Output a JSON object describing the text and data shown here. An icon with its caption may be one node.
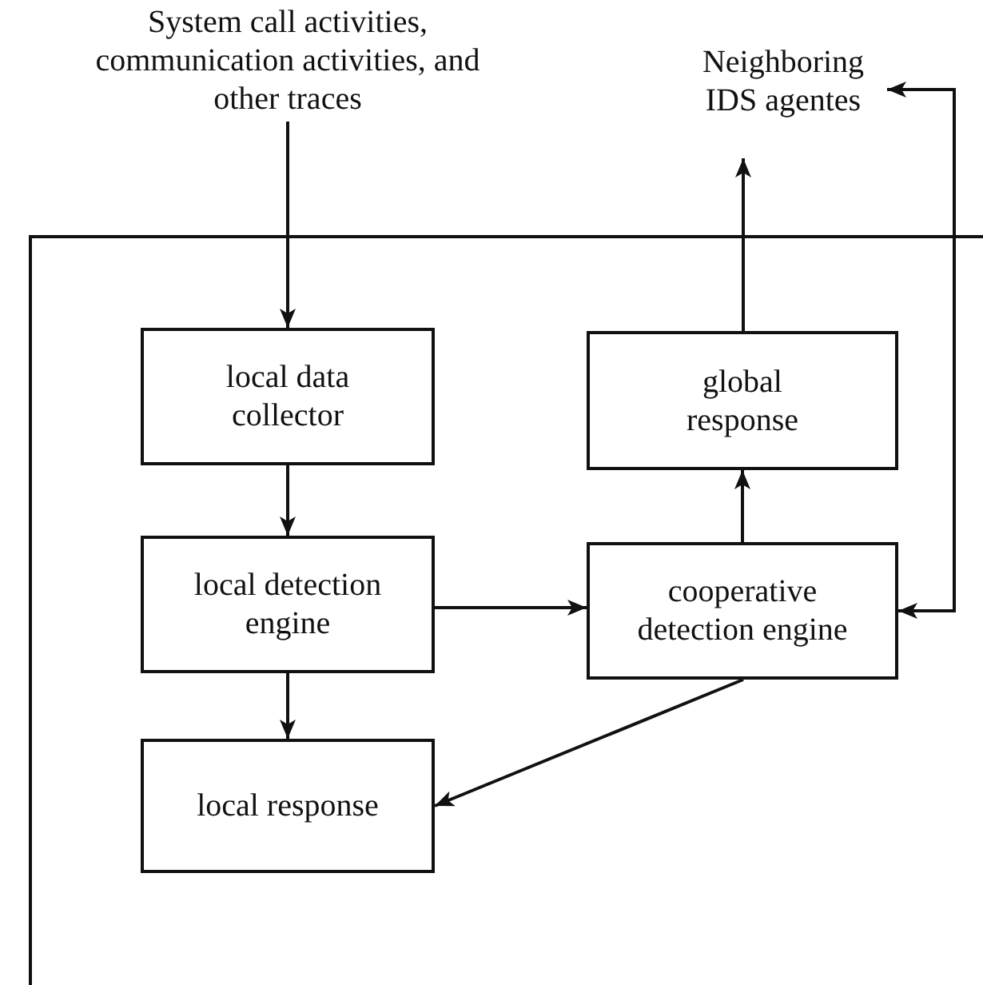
{
  "diagram": {
    "nodes": [
      {
        "text": [
          "System call activities, communication activities, and other traces"
        ]
      },
      {
        "text": [
          "Neighboring IDS agentes"
        ]
      },
      {
        "text": [],
        "shape": "box"
      },
      {
        "text": [
          "local data collector"
        ],
        "in": 2
      },
      {
        "text": [
          "global response"
        ],
        "in": 2
      },
      {
        "text": [
          "local detection engine"
        ],
        "in": 2
      },
      {
        "text": [
          "cooperative detection engine"
        ],
        "in": 2
      },
      {
        "text": [
          "local response"
        ],
        "in": 2
      }
    ],
    "edges": [
      {
        "from": 0,
        "to": 3,
        "arrow": "to"
      },
      {
        "from": 4,
        "to": 1,
        "arrow": "to"
      },
      {
        "from": 6,
        "to": 1,
        "arrow": "both"
      },
      {
        "from": 3,
        "to": 5,
        "arrow": "to"
      },
      {
        "from": 5,
        "to": 6,
        "arrow": "to"
      },
      {
        "from": 6,
        "to": 4,
        "arrow": "to"
      },
      {
        "from": 5,
        "to": 7,
        "arrow": "to"
      },
      {
        "from": 6,
        "to": 7,
        "arrow": "to"
      }
    ]
  }
}
